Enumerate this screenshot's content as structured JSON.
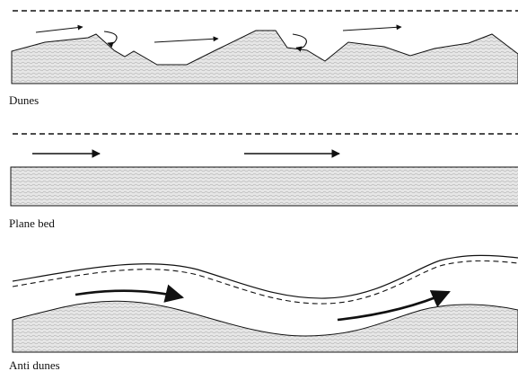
{
  "panels": [
    {
      "key": "dunes",
      "label": "Dunes"
    },
    {
      "key": "plane_bed",
      "label": "Plane bed"
    },
    {
      "key": "anti_dunes",
      "label": "Anti dunes"
    }
  ],
  "colors": {
    "ink": "#111111",
    "sediment_fill": "#e6e6e6",
    "hatch": "#b9b9b9",
    "background": "#ffffff"
  }
}
